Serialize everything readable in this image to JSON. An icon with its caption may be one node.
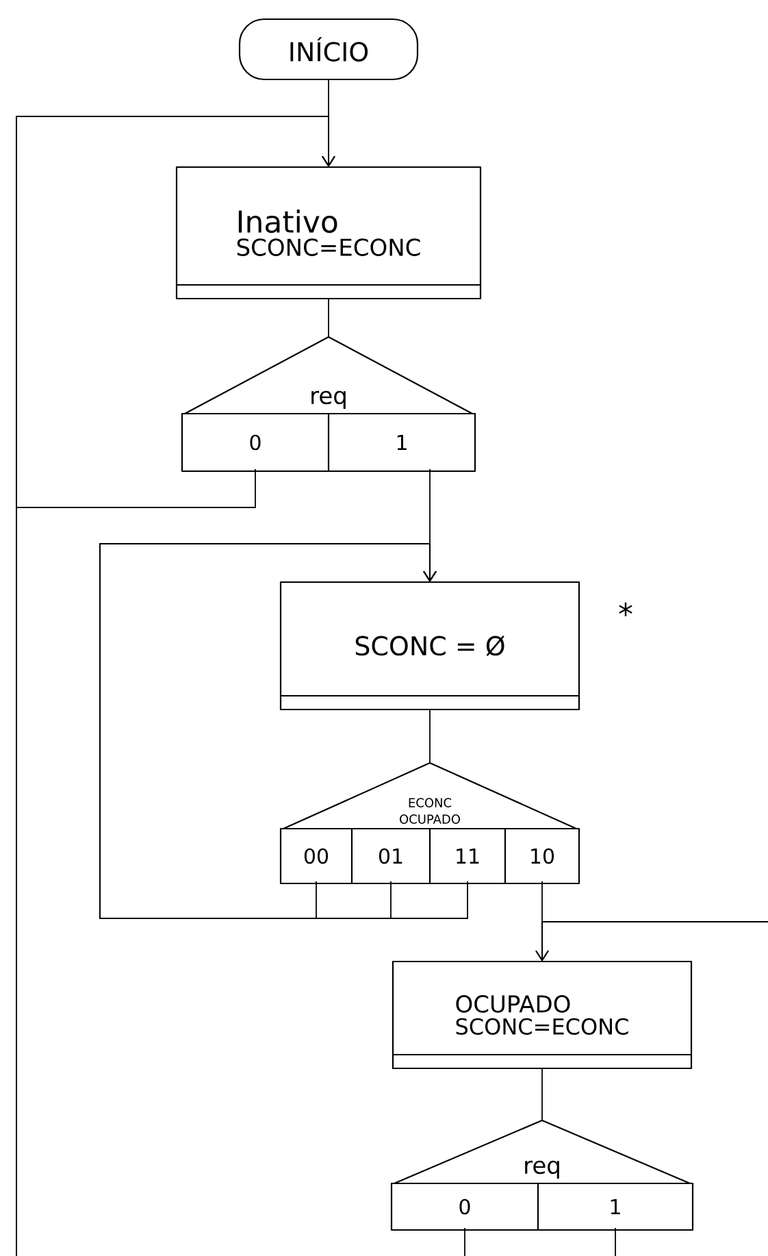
{
  "diagram": {
    "nodes": [
      {
        "text": [
          "INÍCIO"
        ]
      },
      {
        "text": [
          "Inativo",
          "SCONC=ECONC"
        ]
      },
      {
        "text": [
          "req"
        ]
      },
      {
        "text": [
          "0"
        ],
        "in": 2
      },
      {
        "text": [
          "1"
        ],
        "in": 2
      },
      {
        "text": [
          "SCONC = Ø"
        ],
        "beside": [
          "*"
        ]
      },
      {
        "text": [
          "ECONC OCUPADO"
        ]
      },
      {
        "text": [
          "00"
        ],
        "in": 6
      },
      {
        "text": [
          "01"
        ],
        "in": 6
      },
      {
        "text": [
          "11"
        ],
        "in": 6
      },
      {
        "text": [
          "10"
        ],
        "in": 6
      },
      {
        "text": [
          "OCUPADO",
          "SCONC=ECONC"
        ]
      },
      {
        "text": [
          "req"
        ]
      },
      {
        "text": [
          "0"
        ],
        "in": 12
      },
      {
        "text": [
          "1"
        ],
        "in": 12
      }
    ],
    "edges": [
      {
        "from": 0,
        "to": 1,
        "arrow": "to"
      },
      {
        "from": null,
        "to": 1,
        "arrow": "to"
      },
      {
        "from": 1,
        "to": 2,
        "arrow": "none"
      },
      {
        "from": 3,
        "to": 1,
        "arrow": "to"
      },
      {
        "from": 4,
        "to": 5,
        "arrow": "to"
      },
      {
        "from": 5,
        "to": 6,
        "arrow": "none"
      },
      {
        "from": 7,
        "to": 5,
        "arrow": "to"
      },
      {
        "from": 8,
        "to": 5,
        "arrow": "to"
      },
      {
        "from": 9,
        "to": 5,
        "arrow": "to"
      },
      {
        "from": 10,
        "to": 11,
        "arrow": "to"
      },
      {
        "from": null,
        "to": 11,
        "arrow": "to"
      },
      {
        "from": 11,
        "to": 12,
        "arrow": "none"
      },
      {
        "from": 13,
        "to": null,
        "arrow": "none"
      },
      {
        "from": 14,
        "to": null,
        "arrow": "none"
      }
    ]
  }
}
